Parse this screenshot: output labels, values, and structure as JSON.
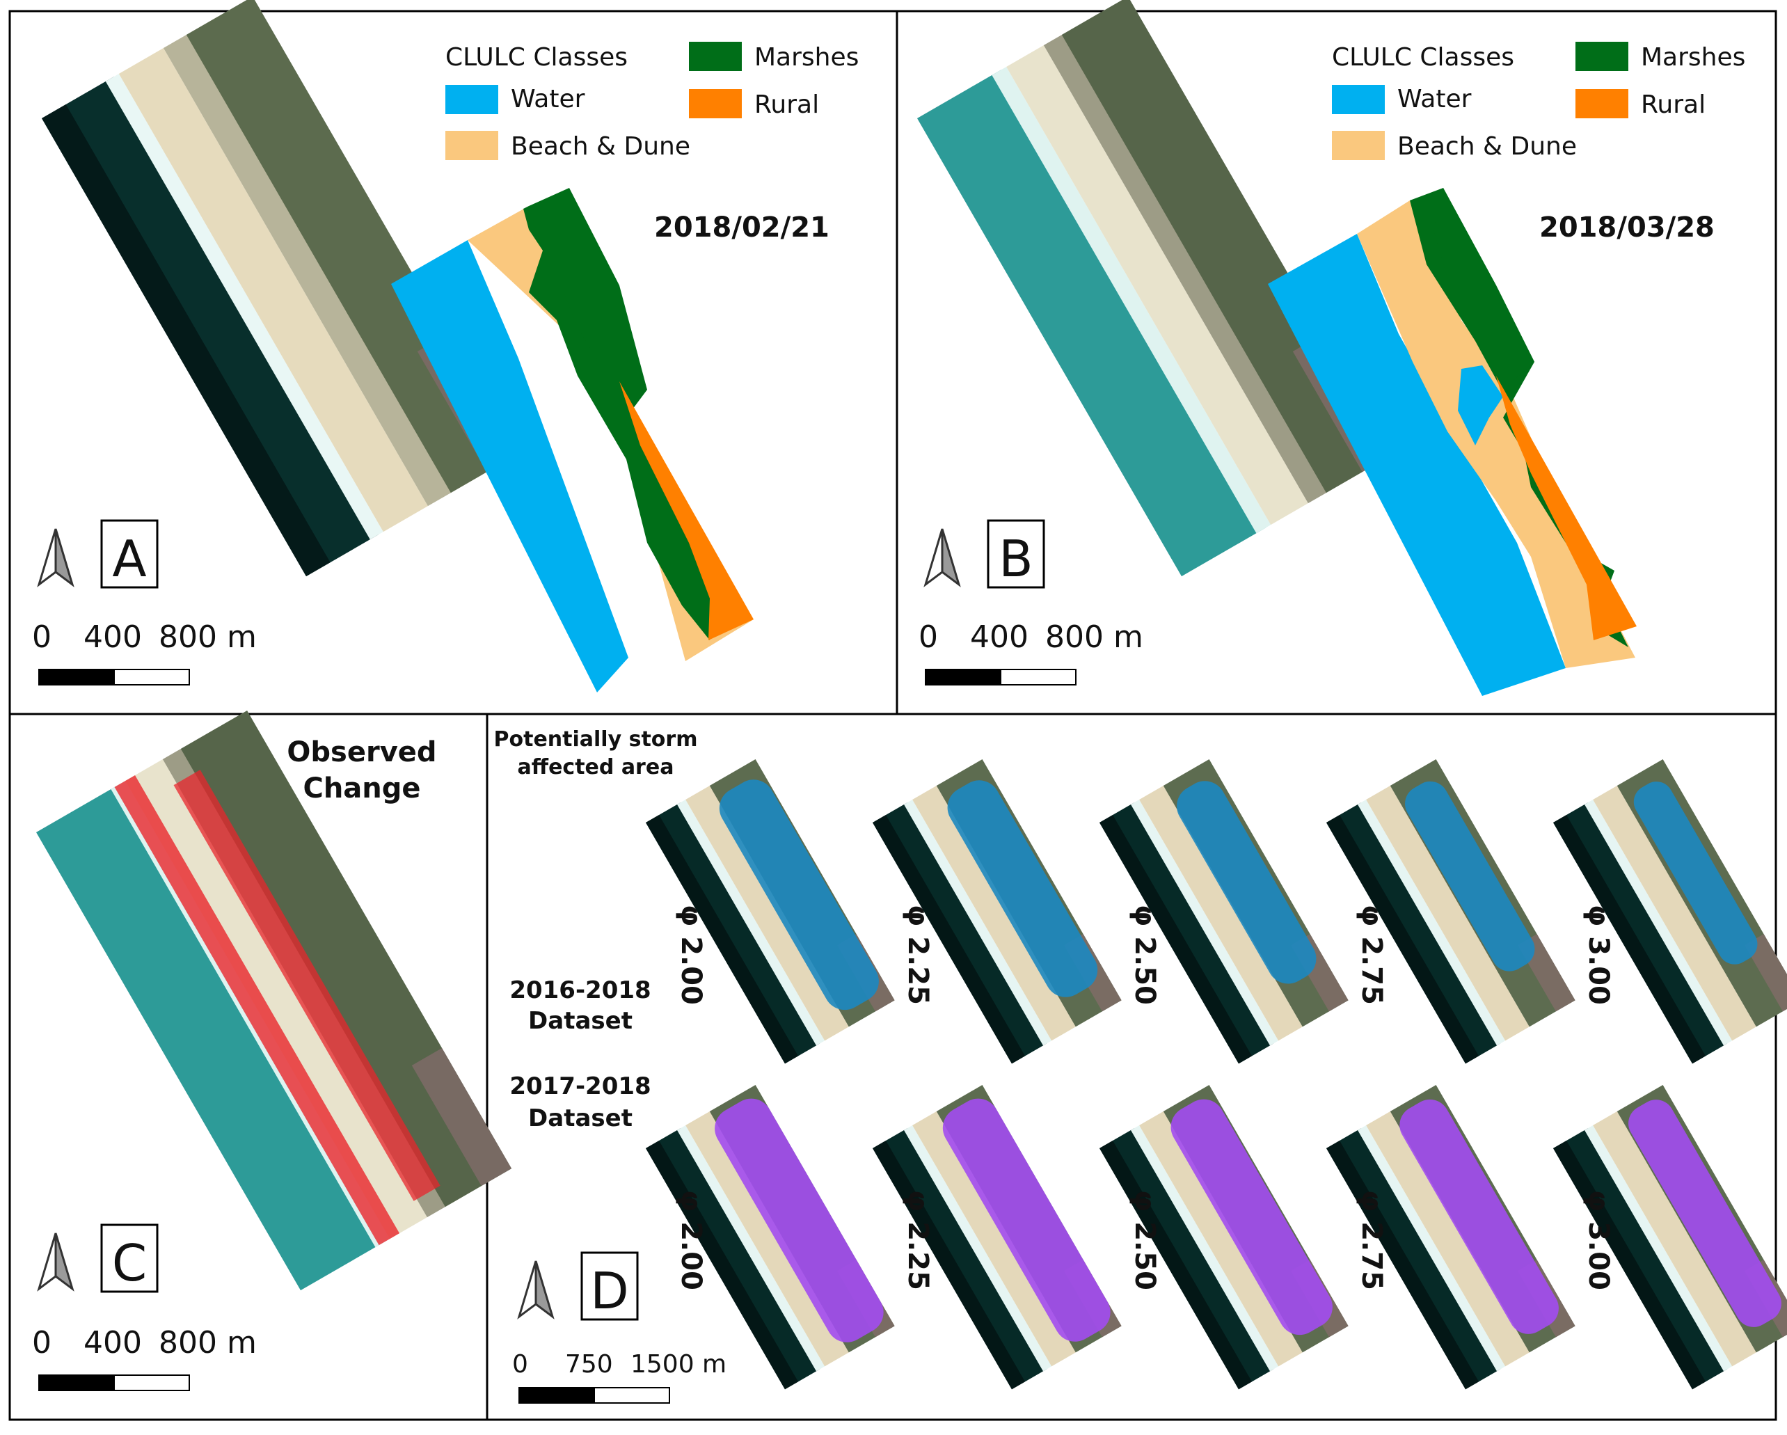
{
  "colors": {
    "water": "#00b0f0",
    "beach_dune": "#fac87e",
    "marshes": "#006e18",
    "rural": "#ff8000",
    "observed_change": "#e8262c",
    "storm_2016_2018": "#1c88c0",
    "storm_2017_2018": "#a24cf0",
    "sea_dark": "#0b3f3a",
    "sea_turquoise": "#2e9a98",
    "sand": "#e7dcbf",
    "vegetation": "#5a6a4e"
  },
  "legend": {
    "title": "CLULC Classes",
    "water": "Water",
    "beach_dune": "Beach & Dune",
    "marshes": "Marshes",
    "rural": "Rural"
  },
  "panel_a": {
    "letter": "A",
    "date": "2018/02/21",
    "scale": {
      "t0": "0",
      "t1": "400",
      "t2": "800 m"
    }
  },
  "panel_b": {
    "letter": "B",
    "date": "2018/03/28",
    "scale": {
      "t0": "0",
      "t1": "400",
      "t2": "800 m"
    }
  },
  "panel_c": {
    "letter": "C",
    "title_line1": "Observed",
    "title_line2": "Change",
    "scale": {
      "t0": "0",
      "t1": "400",
      "t2": "800 m"
    }
  },
  "panel_d": {
    "letter": "D",
    "title_line1": "Potentially storm",
    "title_line2": "affected area",
    "dataset1_line1": "2016-2018",
    "dataset1_line2": "Dataset",
    "dataset2_line1": "2017-2018",
    "dataset2_line2": "Dataset",
    "phi": [
      "φ 2.00",
      "φ 2.25",
      "φ 2.50",
      "φ 2.75",
      "φ 3.00"
    ],
    "scale": {
      "t0": "0",
      "t1": "750",
      "t2": "1500 m"
    }
  }
}
